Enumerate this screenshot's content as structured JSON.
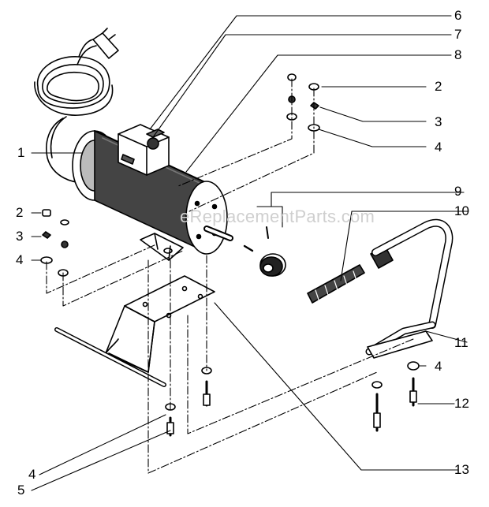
{
  "watermark": "eReplacementParts.com",
  "callouts": {
    "c1": "1",
    "c2a": "2",
    "c2b": "2",
    "c3a": "3",
    "c3b": "3",
    "c4a": "4",
    "c4b": "4",
    "c4c": "4",
    "c4d": "4",
    "c5": "5",
    "c6": "6",
    "c7": "7",
    "c8": "8",
    "c9": "9",
    "c10": "10",
    "c11": "11",
    "c12": "12",
    "c13": "13"
  },
  "colors": {
    "ink": "#000000",
    "watermark": "#cfcfcf"
  }
}
